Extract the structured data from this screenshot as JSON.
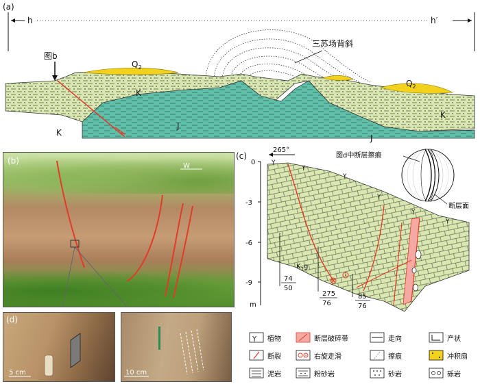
{
  "panel_a": {
    "label": "(a)",
    "left_end": "h",
    "right_end": "h′",
    "anticline": "三苏场背斜",
    "fig_b_marker": "图b",
    "q2_left": "Q",
    "q2_left_sub": "2",
    "q2_right": "Q",
    "q2_right_sub": "2",
    "k_1": "K",
    "k_2": "K",
    "k_3": "K",
    "j_1": "J",
    "j_2": "J"
  },
  "panel_b": {
    "label": "(b)",
    "north": "W"
  },
  "panel_c": {
    "label": "(c)",
    "azimuth": "265°",
    "depth_ticks": [
      "0",
      "-3",
      "-6",
      "-9",
      "m"
    ],
    "formation": "K",
    "formation_sub": "2",
    "formation_suffix": "g",
    "attitude_1_top": "74",
    "attitude_1_bottom": "50",
    "attitude_2_top": "275",
    "attitude_2_bottom": "76",
    "attitude_3_top": "85",
    "attitude_3_bottom": "76",
    "stereonet_label_1": "图d中断层擦痕",
    "stereonet_label_2": "断层面"
  },
  "panel_d": {
    "label": "(d)",
    "scale_1": "5 cm",
    "scale_2": "10 cm"
  },
  "legend": {
    "items": [
      "植物",
      "断层破碎带",
      "走向",
      "产状",
      "断裂",
      "右旋走滑",
      "擦痕",
      "冲积扇",
      "泥岩",
      "粉砂岩",
      "砂岩",
      "砾岩"
    ]
  },
  "colors": {
    "green_light": "#d9e8b0",
    "teal": "#5fbfa8",
    "yellow": "#f2d21c",
    "red": "#e33a2a"
  }
}
